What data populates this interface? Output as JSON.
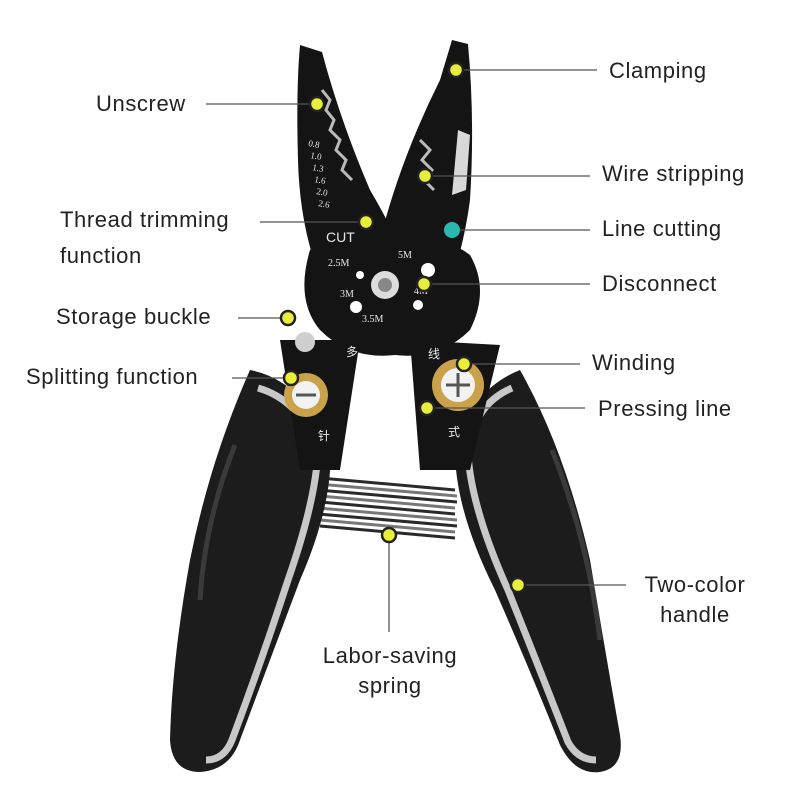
{
  "colors": {
    "background": "#ffffff",
    "handle_black": "#1c1c1c",
    "handle_grey": "#c8c8c8",
    "steel": "#141414",
    "brass": "#c9a24a",
    "dot_yellow": "#e8ee3a",
    "dot_teal": "#2bb8b0",
    "leader": "#555555",
    "text": "#222222"
  },
  "callouts": {
    "clamping": "Clamping",
    "unscrew": "Unscrew",
    "wire_stripping": "Wire stripping",
    "thread_trimming": [
      "Thread trimming",
      "function"
    ],
    "line_cutting": "Line cutting",
    "disconnect": "Disconnect",
    "storage_buckle": "Storage buckle",
    "winding": "Winding",
    "splitting_function": "Splitting function",
    "pressing_line": "Pressing line",
    "two_color_handle": [
      "Two-color",
      "handle"
    ],
    "labor_saving_spring": [
      "Labor-saving",
      "spring"
    ]
  },
  "tool_markings": {
    "gauge_scale": [
      "0.8",
      "1.0",
      "1.3",
      "1.6",
      "2.0",
      "2.6"
    ],
    "cut": "CUT",
    "bolt_sizes": [
      "2.5M",
      "5M",
      "3M",
      "4M",
      "3.5M"
    ],
    "chinese_left": [
      "多",
      "针"
    ],
    "chinese_right": [
      "线",
      "式"
    ]
  },
  "icons": [
    "pliers-illustration",
    "callout-dot",
    "leader-line",
    "spring-coil",
    "pivot-screw"
  ]
}
